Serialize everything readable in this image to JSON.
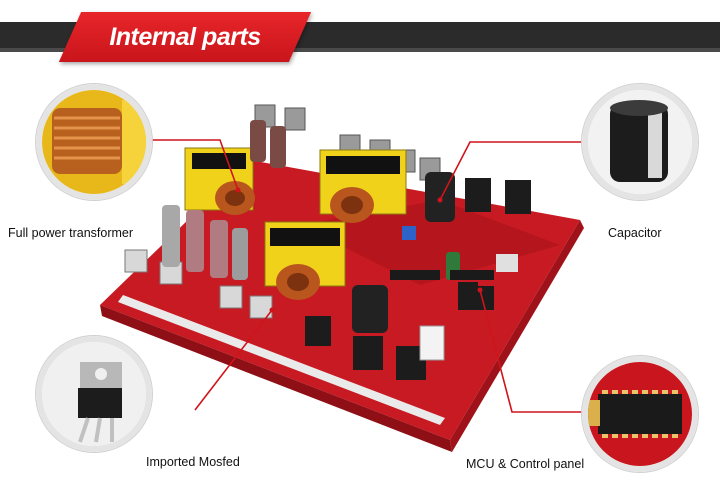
{
  "header": {
    "title": "Internal parts"
  },
  "callouts": {
    "transformer": "Full power transformer",
    "capacitor": "Capacitor",
    "mosfet": "Imported Mosfed",
    "mcu": "MCU & Control panel"
  },
  "colors": {
    "accent_red": "#e3262a",
    "banner_dark": "#2b2b2b",
    "board_red": "#c81a22",
    "leader_line": "#d0141b"
  },
  "icons": [
    "transformer-coil-icon",
    "capacitor-icon",
    "mosfet-icon",
    "mcu-chip-icon",
    "circuit-board-image"
  ]
}
